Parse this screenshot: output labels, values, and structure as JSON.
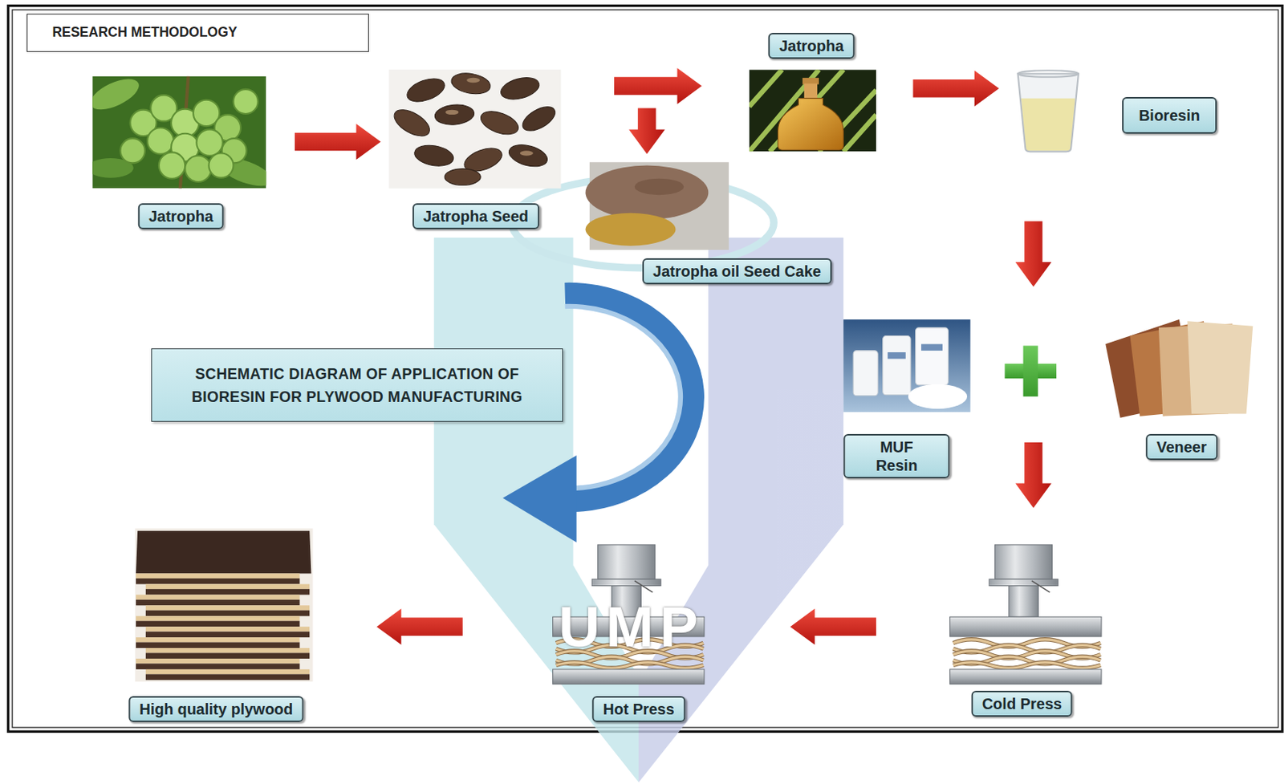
{
  "diagram": {
    "title": "RESEARCH METHODOLOGY",
    "nodes": [
      {
        "text": [
          "Jatropha"
        ]
      },
      {
        "text": [
          "Jatropha Seed"
        ]
      },
      {
        "text": [
          "Jatropha"
        ]
      },
      {
        "text": [
          "Bioresin"
        ]
      },
      {
        "text": [
          "Jatropha oil Seed Cake"
        ]
      },
      {
        "text": [
          "SCHEMATIC DIAGRAM OF APPLICATION OF BIORESIN FOR PLYWOOD MANUFACTURING"
        ]
      },
      {
        "text": [
          "MUF Resin"
        ]
      },
      {
        "text": [
          "Veneer"
        ]
      },
      {
        "text": [
          "High quality plywood"
        ]
      },
      {
        "text": [
          "Hot Press"
        ]
      },
      {
        "text": [
          "Cold Press"
        ]
      }
    ],
    "edges": [
      {
        "from": 0,
        "to": 1,
        "arrow": "to"
      },
      {
        "from": 1,
        "to": 2,
        "arrow": "to"
      },
      {
        "from": 1,
        "to": 4,
        "arrow": "to"
      },
      {
        "from": 2,
        "to": 3,
        "arrow": "to"
      },
      {
        "from": 3,
        "to": 10,
        "arrow": "to"
      },
      {
        "from": 10,
        "to": 9,
        "arrow": "to"
      },
      {
        "from": 9,
        "to": 8,
        "arrow": "to"
      }
    ],
    "labels": [
      "UMP"
    ]
  }
}
